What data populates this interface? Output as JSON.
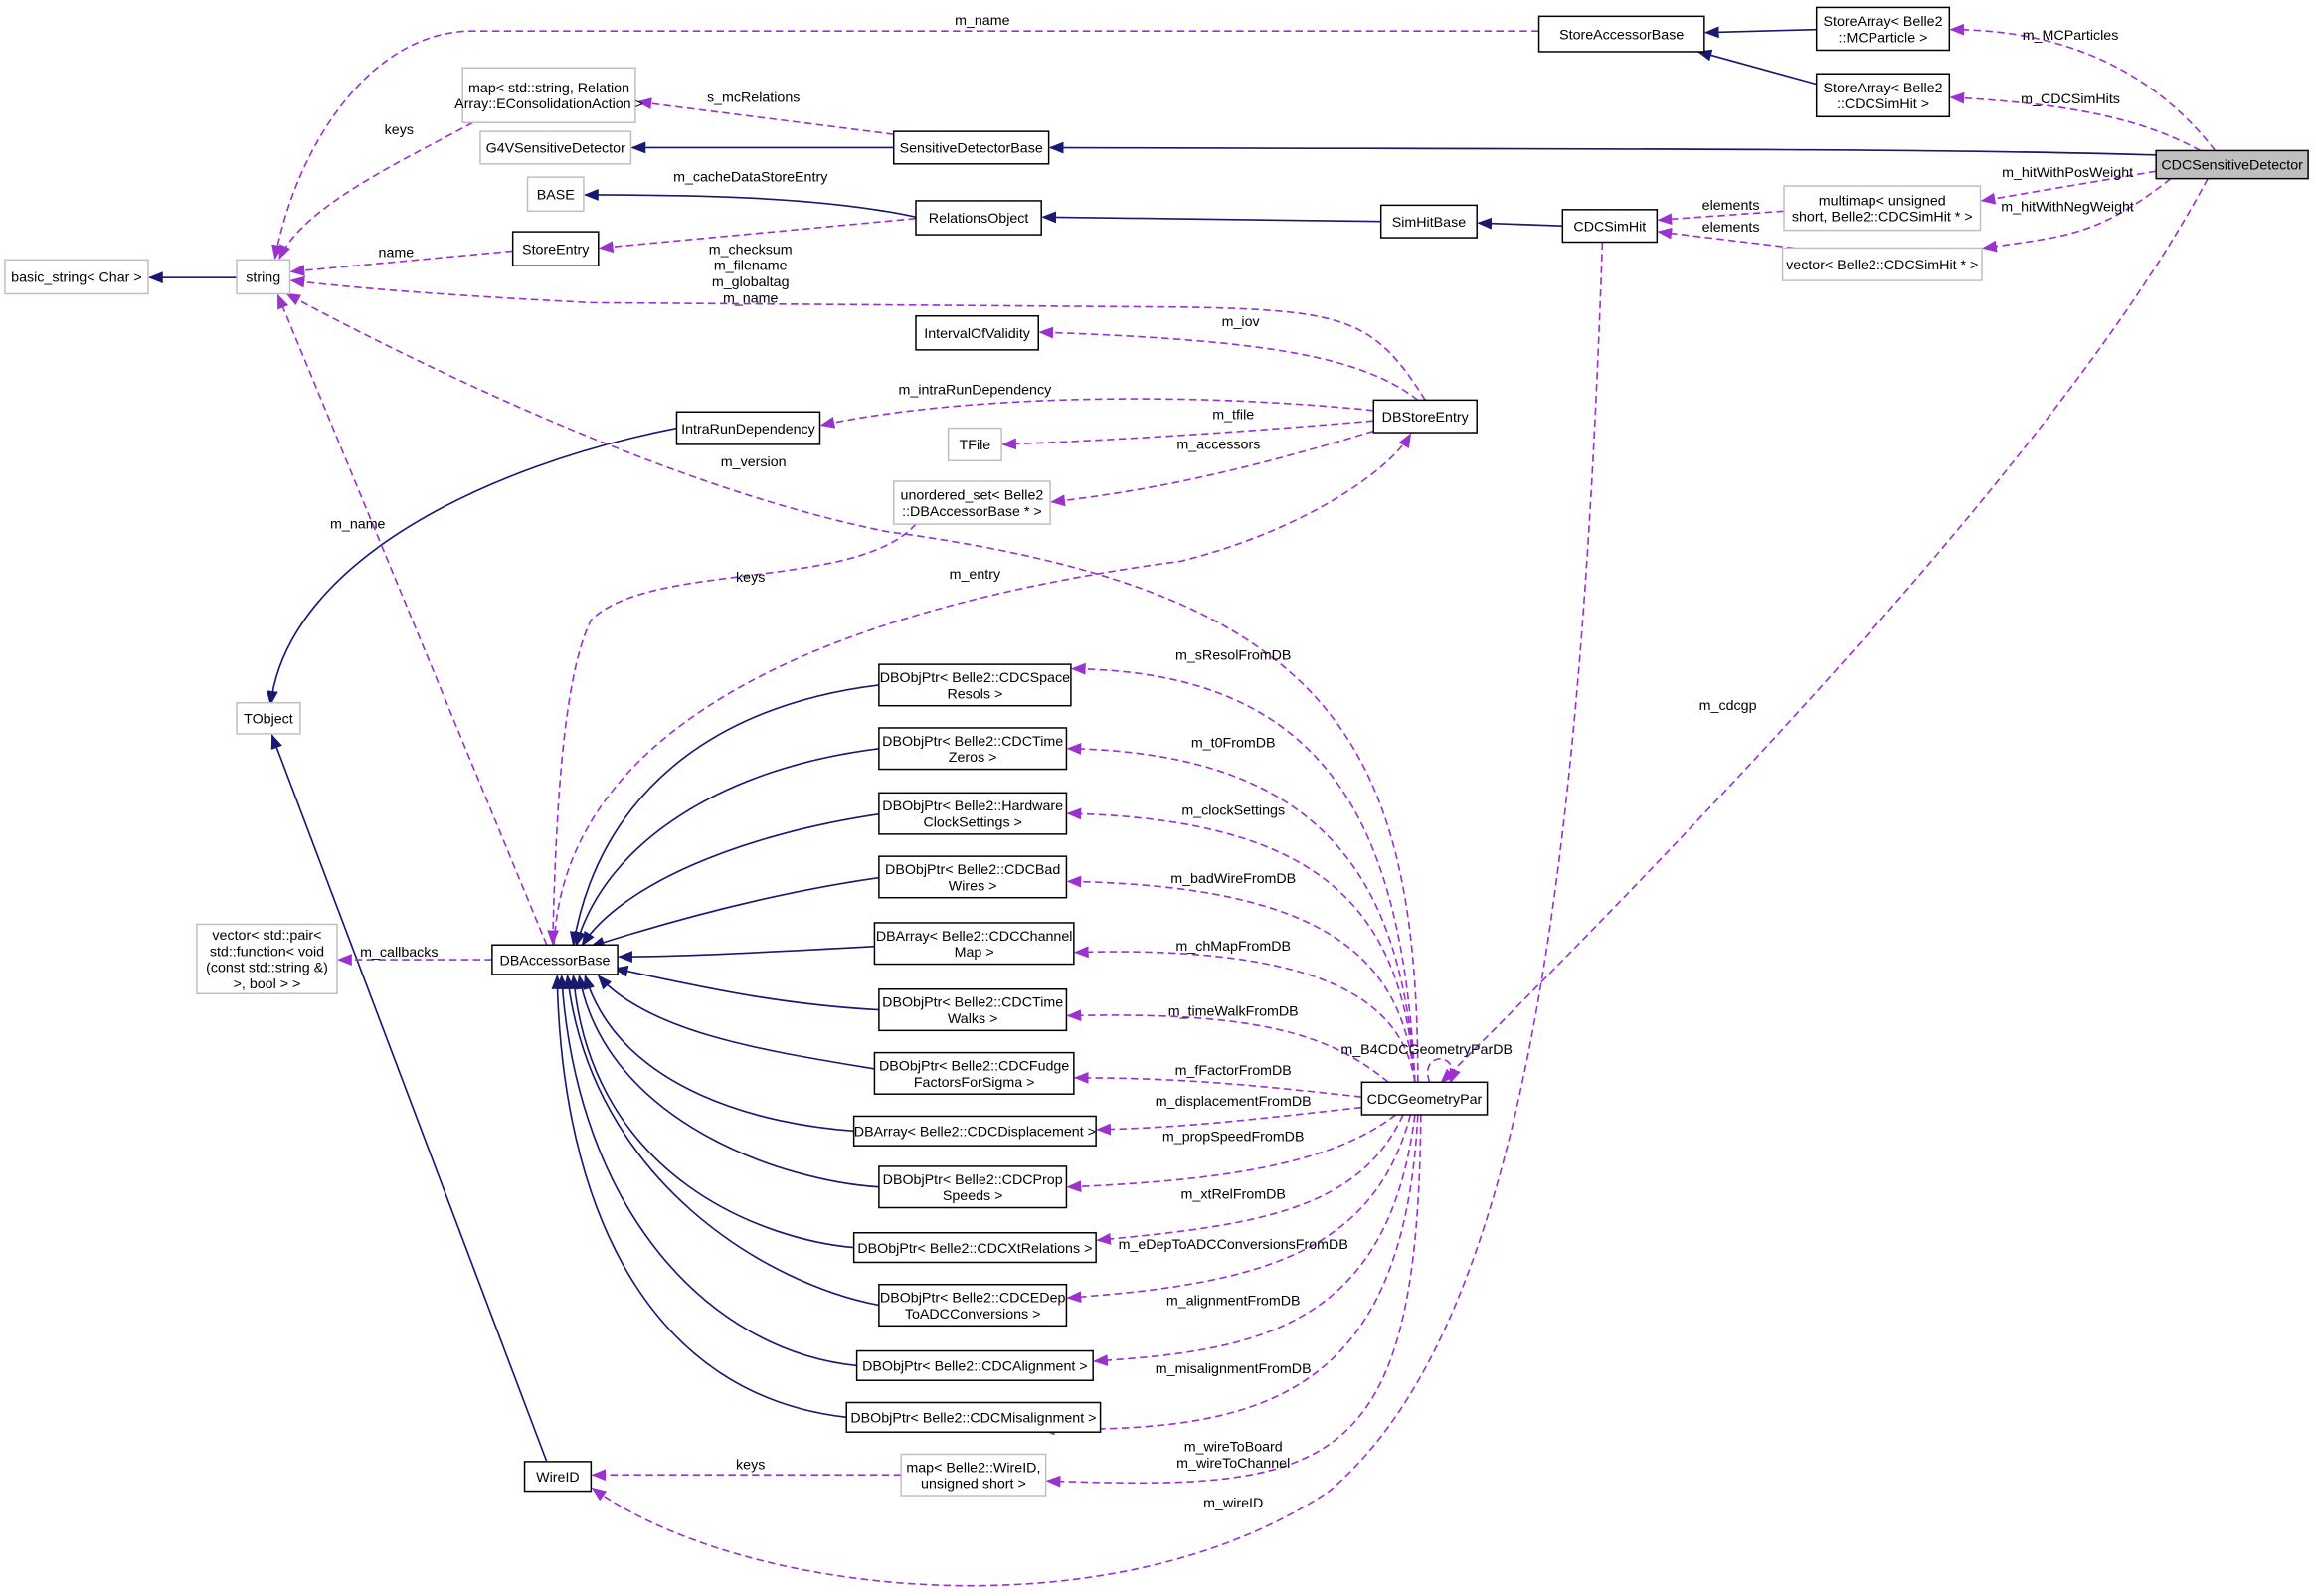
{
  "colors": {
    "inheritance": "#191970",
    "usage": "#9a32cd",
    "focus_fill": "#bfbfbf",
    "external_border": "#bfbfbf"
  },
  "nodes": {
    "CDCSensitiveDetector": {
      "lines": [
        "CDCSensitiveDetector"
      ],
      "style": "focus"
    },
    "StoreAccessorBase": {
      "lines": [
        "StoreAccessorBase"
      ],
      "style": "class"
    },
    "StoreArrayMCParticle": {
      "lines": [
        "StoreArray< Belle2",
        "::MCParticle >"
      ],
      "style": "class"
    },
    "StoreArrayCDCSimHit": {
      "lines": [
        "StoreArray< Belle2",
        "::CDCSimHit >"
      ],
      "style": "class"
    },
    "MapRelation": {
      "lines": [
        "map< std::string, Relation",
        "Array::EConsolidationAction >"
      ],
      "style": "external"
    },
    "G4VSensitiveDetector": {
      "lines": [
        "G4VSensitiveDetector"
      ],
      "style": "external"
    },
    "SensitiveDetectorBase": {
      "lines": [
        "SensitiveDetectorBase"
      ],
      "style": "class"
    },
    "BASE": {
      "lines": [
        "BASE"
      ],
      "style": "external"
    },
    "RelationsObject": {
      "lines": [
        "RelationsObject"
      ],
      "style": "class"
    },
    "SimHitBase": {
      "lines": [
        "SimHitBase"
      ],
      "style": "class"
    },
    "CDCSimHit": {
      "lines": [
        "CDCSimHit"
      ],
      "style": "class"
    },
    "Multimap": {
      "lines": [
        "multimap< unsigned",
        "short, Belle2::CDCSimHit * >"
      ],
      "style": "external"
    },
    "VectorSimHit": {
      "lines": [
        "vector< Belle2::CDCSimHit * >"
      ],
      "style": "external"
    },
    "StoreEntry": {
      "lines": [
        "StoreEntry"
      ],
      "style": "class"
    },
    "basic_string": {
      "lines": [
        "basic_string< Char >"
      ],
      "style": "external"
    },
    "string": {
      "lines": [
        "string"
      ],
      "style": "external"
    },
    "IntervalOfValidity": {
      "lines": [
        "IntervalOfValidity"
      ],
      "style": "class"
    },
    "DBStoreEntry": {
      "lines": [
        "DBStoreEntry"
      ],
      "style": "class"
    },
    "IntraRunDependency": {
      "lines": [
        "IntraRunDependency"
      ],
      "style": "class"
    },
    "TFile": {
      "lines": [
        "TFile"
      ],
      "style": "external"
    },
    "UnorderedSet": {
      "lines": [
        "unordered_set< Belle2",
        "::DBAccessorBase * >"
      ],
      "style": "external"
    },
    "TObject": {
      "lines": [
        "TObject"
      ],
      "style": "external"
    },
    "DBAccessorBase": {
      "lines": [
        "DBAccessorBase"
      ],
      "style": "class"
    },
    "VectorPair": {
      "lines": [
        "vector< std::pair<",
        "std::function< void",
        "(const std::string &)",
        ">, bool > >"
      ],
      "style": "external"
    },
    "SpaceResols": {
      "lines": [
        "DBObjPtr< Belle2::CDCSpace",
        "Resols >"
      ],
      "style": "class"
    },
    "TimeZeros": {
      "lines": [
        "DBObjPtr< Belle2::CDCTime",
        "Zeros >"
      ],
      "style": "class"
    },
    "ClockSettings": {
      "lines": [
        "DBObjPtr< Belle2::Hardware",
        "ClockSettings >"
      ],
      "style": "class"
    },
    "BadWires": {
      "lines": [
        "DBObjPtr< Belle2::CDCBad",
        "Wires >"
      ],
      "style": "class"
    },
    "ChannelMap": {
      "lines": [
        "DBArray< Belle2::CDCChannel",
        "Map >"
      ],
      "style": "class"
    },
    "TimeWalks": {
      "lines": [
        "DBObjPtr< Belle2::CDCTime",
        "Walks >"
      ],
      "style": "class"
    },
    "Fudge": {
      "lines": [
        "DBObjPtr< Belle2::CDCFudge",
        "FactorsForSigma >"
      ],
      "style": "class"
    },
    "Displacement": {
      "lines": [
        "DBArray< Belle2::CDCDisplacement >"
      ],
      "style": "class"
    },
    "PropSpeeds": {
      "lines": [
        "DBObjPtr< Belle2::CDCProp",
        "Speeds >"
      ],
      "style": "class"
    },
    "XtRelations": {
      "lines": [
        "DBObjPtr< Belle2::CDCXtRelations >"
      ],
      "style": "class"
    },
    "EDep": {
      "lines": [
        "DBObjPtr< Belle2::CDCEDep",
        "ToADCConversions >"
      ],
      "style": "class"
    },
    "Alignment": {
      "lines": [
        "DBObjPtr< Belle2::CDCAlignment >"
      ],
      "style": "class"
    },
    "Misalignment": {
      "lines": [
        "DBObjPtr< Belle2::CDCMisalignment >"
      ],
      "style": "class"
    },
    "CDCGeometryPar": {
      "lines": [
        "CDCGeometryPar"
      ],
      "style": "class"
    },
    "WireID": {
      "lines": [
        "WireID"
      ],
      "style": "class"
    },
    "MapWireID": {
      "lines": [
        "map< Belle2::WireID,",
        "unsigned short >"
      ],
      "style": "external"
    }
  },
  "edges": [
    {
      "from": "SensitiveDetectorBase",
      "to": "G4VSensitiveDetector",
      "type": "inheritance",
      "label": []
    },
    {
      "from": "CDCSensitiveDetector",
      "to": "SensitiveDetectorBase",
      "type": "inheritance",
      "label": []
    },
    {
      "from": "RelationsObject",
      "to": "BASE",
      "type": "inheritance",
      "label": []
    },
    {
      "from": "SimHitBase",
      "to": "RelationsObject",
      "type": "inheritance",
      "label": []
    },
    {
      "from": "CDCSimHit",
      "to": "SimHitBase",
      "type": "inheritance",
      "label": []
    },
    {
      "from": "StoreArrayMCParticle",
      "to": "StoreAccessorBase",
      "type": "inheritance",
      "label": []
    },
    {
      "from": "StoreArrayCDCSimHit",
      "to": "StoreAccessorBase",
      "type": "inheritance",
      "label": []
    },
    {
      "from": "string",
      "to": "basic_string",
      "type": "inheritance",
      "label": []
    },
    {
      "from": "IntraRunDependency",
      "to": "TObject",
      "type": "inheritance",
      "label": []
    },
    {
      "from": "WireID",
      "to": "TObject",
      "type": "inheritance",
      "label": []
    },
    {
      "from": "SpaceResols",
      "to": "DBAccessorBase",
      "type": "inheritance",
      "label": []
    },
    {
      "from": "TimeZeros",
      "to": "DBAccessorBase",
      "type": "inheritance",
      "label": []
    },
    {
      "from": "ClockSettings",
      "to": "DBAccessorBase",
      "type": "inheritance",
      "label": []
    },
    {
      "from": "BadWires",
      "to": "DBAccessorBase",
      "type": "inheritance",
      "label": []
    },
    {
      "from": "ChannelMap",
      "to": "DBAccessorBase",
      "type": "inheritance",
      "label": []
    },
    {
      "from": "TimeWalks",
      "to": "DBAccessorBase",
      "type": "inheritance",
      "label": []
    },
    {
      "from": "Fudge",
      "to": "DBAccessorBase",
      "type": "inheritance",
      "label": []
    },
    {
      "from": "Displacement",
      "to": "DBAccessorBase",
      "type": "inheritance",
      "label": []
    },
    {
      "from": "PropSpeeds",
      "to": "DBAccessorBase",
      "type": "inheritance",
      "label": []
    },
    {
      "from": "XtRelations",
      "to": "DBAccessorBase",
      "type": "inheritance",
      "label": []
    },
    {
      "from": "EDep",
      "to": "DBAccessorBase",
      "type": "inheritance",
      "label": []
    },
    {
      "from": "Alignment",
      "to": "DBAccessorBase",
      "type": "inheritance",
      "label": []
    },
    {
      "from": "Misalignment",
      "to": "DBAccessorBase",
      "type": "inheritance",
      "label": []
    },
    {
      "from": "StoreAccessorBase",
      "to": "string",
      "type": "usage",
      "label": [
        "m_name"
      ]
    },
    {
      "from": "MapRelation",
      "to": "string",
      "type": "usage",
      "label": [
        "keys"
      ]
    },
    {
      "from": "SensitiveDetectorBase",
      "to": "MapRelation",
      "type": "usage",
      "label": [
        "s_mcRelations"
      ]
    },
    {
      "from": "RelationsObject",
      "to": "StoreEntry",
      "type": "usage",
      "label": [
        "m_cacheDataStoreEntry"
      ]
    },
    {
      "from": "StoreEntry",
      "to": "string",
      "type": "usage",
      "label": [
        "name"
      ]
    },
    {
      "from": "DBStoreEntry",
      "to": "string",
      "type": "usage",
      "label": [
        "m_checksum",
        "m_filename",
        "m_globaltag",
        "m_name"
      ]
    },
    {
      "from": "DBStoreEntry",
      "to": "IntervalOfValidity",
      "type": "usage",
      "label": [
        "m_iov"
      ]
    },
    {
      "from": "DBStoreEntry",
      "to": "IntraRunDependency",
      "type": "usage",
      "label": [
        "m_intraRunDependency"
      ]
    },
    {
      "from": "DBStoreEntry",
      "to": "TFile",
      "type": "usage",
      "label": [
        "m_tfile"
      ]
    },
    {
      "from": "DBStoreEntry",
      "to": "UnorderedSet",
      "type": "usage",
      "label": [
        "m_accessors"
      ]
    },
    {
      "from": "DBAccessorBase",
      "to": "DBStoreEntry",
      "type": "usage",
      "label": [
        "m_entry"
      ]
    },
    {
      "from": "UnorderedSet",
      "to": "DBAccessorBase",
      "type": "usage",
      "label": [
        "keys"
      ]
    },
    {
      "from": "DBAccessorBase",
      "to": "string",
      "type": "usage",
      "label": [
        "m_name"
      ]
    },
    {
      "from": "CDCGeometryPar",
      "to": "string",
      "type": "usage",
      "label": [
        "m_version"
      ]
    },
    {
      "from": "DBAccessorBase",
      "to": "VectorPair",
      "type": "usage",
      "label": [
        "m_callbacks"
      ]
    },
    {
      "from": "CDCGeometryPar",
      "to": "SpaceResols",
      "type": "usage",
      "label": [
        "m_sResolFromDB"
      ]
    },
    {
      "from": "CDCGeometryPar",
      "to": "TimeZeros",
      "type": "usage",
      "label": [
        "m_t0FromDB"
      ]
    },
    {
      "from": "CDCGeometryPar",
      "to": "ClockSettings",
      "type": "usage",
      "label": [
        "m_clockSettings"
      ]
    },
    {
      "from": "CDCGeometryPar",
      "to": "BadWires",
      "type": "usage",
      "label": [
        "m_badWireFromDB"
      ]
    },
    {
      "from": "CDCGeometryPar",
      "to": "ChannelMap",
      "type": "usage",
      "label": [
        "m_chMapFromDB"
      ]
    },
    {
      "from": "CDCGeometryPar",
      "to": "TimeWalks",
      "type": "usage",
      "label": [
        "m_timeWalkFromDB"
      ]
    },
    {
      "from": "CDCGeometryPar",
      "to": "Fudge",
      "type": "usage",
      "label": [
        "m_fFactorFromDB"
      ]
    },
    {
      "from": "CDCGeometryPar",
      "to": "Displacement",
      "type": "usage",
      "label": [
        "m_displacementFromDB"
      ]
    },
    {
      "from": "CDCGeometryPar",
      "to": "PropSpeeds",
      "type": "usage",
      "label": [
        "m_propSpeedFromDB"
      ]
    },
    {
      "from": "CDCGeometryPar",
      "to": "XtRelations",
      "type": "usage",
      "label": [
        "m_xtRelFromDB"
      ]
    },
    {
      "from": "CDCGeometryPar",
      "to": "EDep",
      "type": "usage",
      "label": [
        "m_eDepToADCConversionsFromDB"
      ]
    },
    {
      "from": "CDCGeometryPar",
      "to": "Alignment",
      "type": "usage",
      "label": [
        "m_alignmentFromDB"
      ]
    },
    {
      "from": "CDCGeometryPar",
      "to": "Misalignment",
      "type": "usage",
      "label": [
        "m_misalignmentFromDB"
      ]
    },
    {
      "from": "CDCGeometryPar",
      "to": "MapWireID",
      "type": "usage",
      "label": [
        "m_wireToBoard",
        "m_wireToChannel"
      ]
    },
    {
      "from": "CDCSimHit",
      "to": "WireID",
      "type": "usage",
      "label": [
        "m_wireID"
      ]
    },
    {
      "from": "MapWireID",
      "to": "WireID",
      "type": "usage",
      "label": [
        "keys"
      ]
    },
    {
      "from": "CDCSensitiveDetector",
      "to": "CDCGeometryPar",
      "type": "usage",
      "label": [
        "m_cdcgp"
      ]
    },
    {
      "from": "CDCGeometryPar",
      "to": "CDCGeometryPar",
      "type": "usage",
      "label": [
        "m_B4CDCGeometryParDB"
      ]
    },
    {
      "from": "CDCSensitiveDetector",
      "to": "StoreArrayMCParticle",
      "type": "usage",
      "label": [
        "m_MCParticles"
      ]
    },
    {
      "from": "CDCSensitiveDetector",
      "to": "StoreArrayCDCSimHit",
      "type": "usage",
      "label": [
        "m_CDCSimHits"
      ]
    },
    {
      "from": "CDCSensitiveDetector",
      "to": "Multimap",
      "type": "usage",
      "label": [
        "m_hitWithPosWeight"
      ]
    },
    {
      "from": "CDCSensitiveDetector",
      "to": "VectorSimHit",
      "type": "usage",
      "label": [
        "m_hitWithNegWeight"
      ]
    },
    {
      "from": "Multimap",
      "to": "CDCSimHit",
      "type": "usage",
      "label": [
        "elements"
      ]
    },
    {
      "from": "VectorSimHit",
      "to": "CDCSimHit",
      "type": "usage",
      "label": [
        "elements"
      ]
    }
  ]
}
